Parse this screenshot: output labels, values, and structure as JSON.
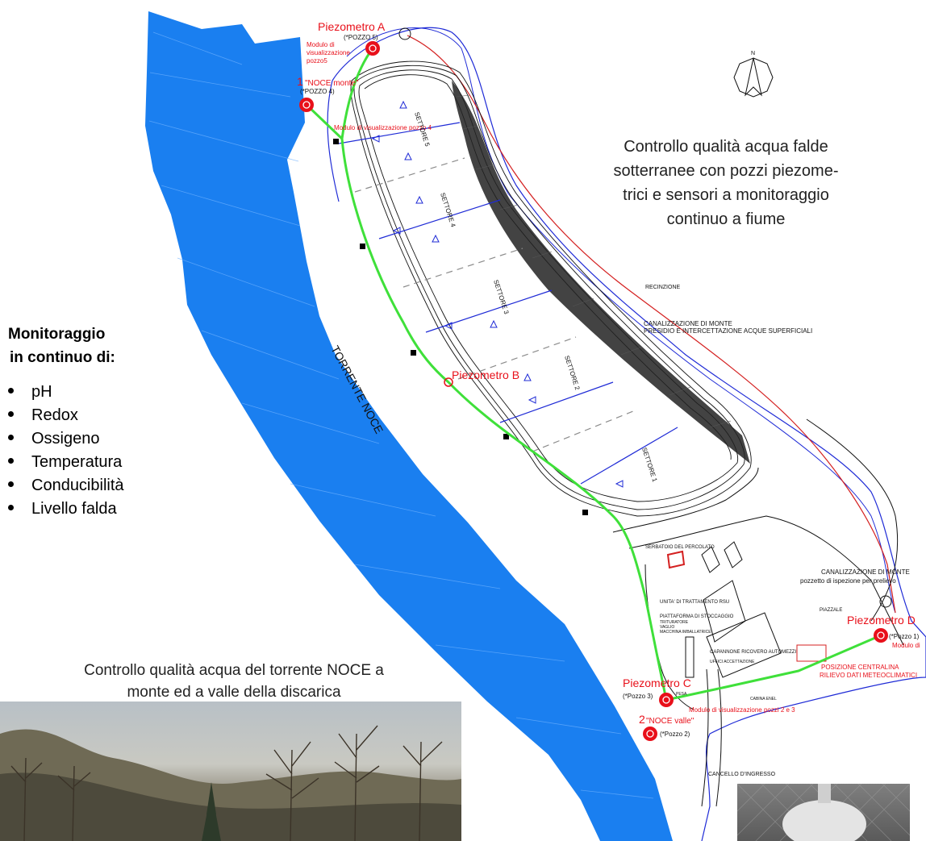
{
  "monitoring": {
    "title_line1": "Monitoraggio",
    "title_line2": "in continuo di:",
    "parameters": [
      "pH",
      "Redox",
      "Ossigeno",
      "Temperatura",
      "Conducibilità",
      "Livello falda"
    ]
  },
  "captions": {
    "groundwater": [
      "Controllo qualità acqua falde",
      "sotterranee con pozzi piezome-",
      "trici e sensori a monitoraggio",
      "continuo a fiume"
    ],
    "river": [
      "Controllo qualità acqua del torrente NOCE a",
      "monte ed a valle della discarica"
    ]
  },
  "map": {
    "river_label": "TORRENTE NOCE",
    "piezometers": {
      "a": {
        "label": "Piezometro A",
        "sub": "(*POZZO 5)"
      },
      "b": {
        "label": "Piezometro B"
      },
      "c": {
        "label": "Piezometro C",
        "sub": "(*Pozzo 3)"
      },
      "d": {
        "label": "Piezometro D",
        "sub": "(*Pozzo 1)"
      }
    },
    "stations": {
      "one_num": "1",
      "one_label": "\"NOCE monte\"",
      "one_sub": "(*POZZO 4)",
      "two_num": "2",
      "two_label": "\"NOCE valle\"",
      "two_sub": "(*Pozzo 2)"
    },
    "modules": {
      "pozzo5_l1": "Modulo di",
      "pozzo5_l2": "visualizzazione",
      "pozzo5_l3": "pozzo5",
      "pozzo4": "Modulo di visualizzazione pozzo 4",
      "pozzi23": "Modulo di visualizzazione pozzi 2 e 3",
      "pozzo1": "Modulo di"
    },
    "sectors": [
      "SETTORE 5",
      "SETTORE 4",
      "SETTORE 3",
      "SETTORE 2",
      "SETTORE 1"
    ],
    "annotations": {
      "recinzione": "RECINZIONE",
      "canal_1": "CANALIZZAZIONE DI MONTE",
      "canal_2": "PRESIDIO E INTERCETTAZIONE ACQUE SUPERFICIALI",
      "canal_b1": "CANALIZZAZIONE DI MONTE",
      "canal_b2": "pozzetto di ispezione per prelievo",
      "serbatoio": "SERBATOIO DEL PERCOLATO",
      "unita": "UNITA' DI TRATTAMENTO RSU",
      "piattaforma": "PIATTAFORMA DI STOCCAGGIO",
      "piattaforma2": "TRITURATORE",
      "piattaforma3": "VAGLIO",
      "piattaforma4": "MACCHINA IMBALLATRICE",
      "piazzale": "PIAZZALE",
      "capannone": "CAPANNONE RICOVERO AUTOMEZZI",
      "uffici": "UFFICI ACCETTAZIONE",
      "pesa": "PESA",
      "cabina": "CABINA ENEL",
      "centralina_1": "POSIZIONE CENTRALINA",
      "centralina_2": "RILIEVO DATI METEOCLIMATICI",
      "cancello": "CANCELLO D'INGRESSO"
    },
    "north_label": "N"
  },
  "colors": {
    "river": "#1a7ff0",
    "sensor": "#e8101a",
    "pipe": "#3fe03a",
    "boundary": "#1f2bd6",
    "fence": "#d42020",
    "divider_blue": "#1f2bd6",
    "divider_dashed": "#8c8c8c",
    "caption": "#222222"
  }
}
